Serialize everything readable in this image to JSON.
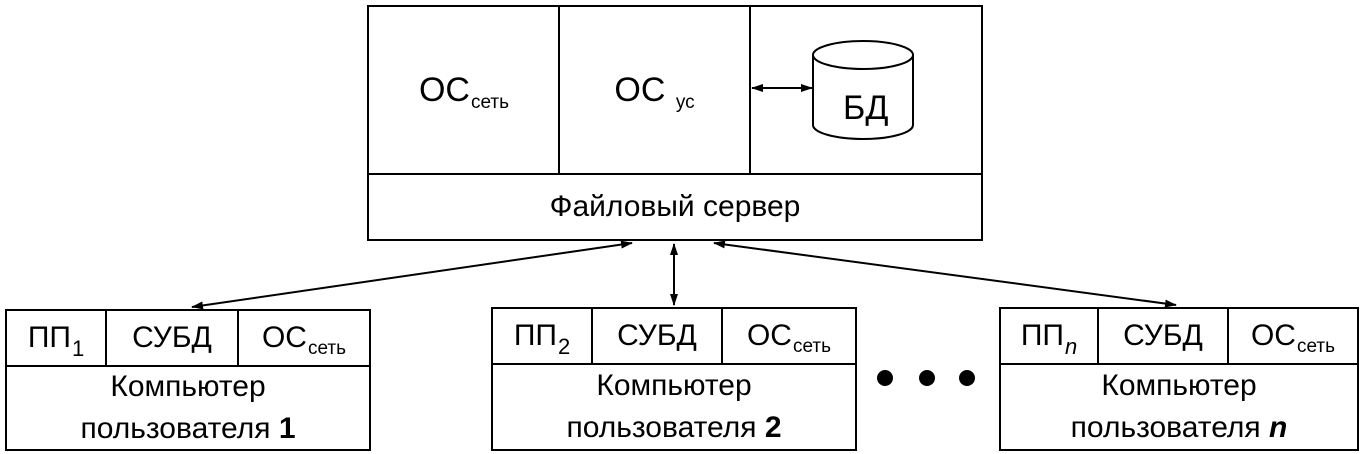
{
  "server": {
    "os_net": {
      "main": "ОС",
      "sub": "сеть"
    },
    "os_dbms": {
      "main": "ОС",
      "sub": "ус"
    },
    "db": "БД",
    "title": "Файловый сервер"
  },
  "clients": [
    {
      "pp": "ПП",
      "pp_sub": "1",
      "dbms": "СУБД",
      "os_main": "ОС",
      "os_sub": "сеть",
      "caption_line1": "Компьютер",
      "caption_line2": "пользователя",
      "caption_num": "1"
    },
    {
      "pp": "ПП",
      "pp_sub": "2",
      "dbms": "СУБД",
      "os_main": "ОС",
      "os_sub": "сеть",
      "caption_line1": "Компьютер",
      "caption_line2": "пользователя",
      "caption_num": "2"
    },
    {
      "pp": "ПП",
      "pp_sub": "n",
      "dbms": "СУБД",
      "os_main": "ОС",
      "os_sub": "сеть",
      "caption_line1": "Компьютер",
      "caption_line2": "пользователя",
      "caption_num": "n"
    }
  ]
}
